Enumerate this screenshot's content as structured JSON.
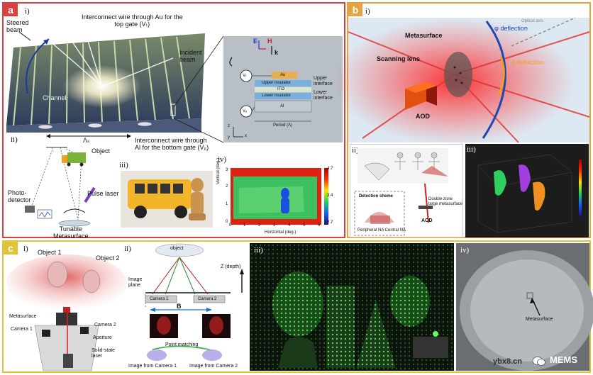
{
  "panel_a": {
    "tag": "a",
    "sub_i": "i)",
    "sub_ii": "ii)",
    "sub_iii": "iii)",
    "sub_iv": "iv)",
    "steered_beam": "Steered\nbeam",
    "interconnect_top": "Interconnect wire through Au for the\ntop gate (Vₜ)",
    "incident_beam": "Incident\nbeam",
    "channel": "Channel",
    "period_lambda_s": "Λₛ",
    "interconnect_bottom": "Interconnect wire through\nAl for the bottom gate (V₆)",
    "object": "Object",
    "photo_detector": "Photo-\ndetector",
    "pulse_laser": "Pulse laser",
    "tunable_metasurface": "Tunable\nMetasurface",
    "inset": {
      "E": "E",
      "H": "H",
      "k": "k",
      "Vt": "Vₜ",
      "Vb": "V₆",
      "Au": "Au",
      "upper_insulator": "Upper insulator",
      "ito": "ITO",
      "lower_insulator": "Lower insulator",
      "al": "Al",
      "upper_interface": "Upper\ninterface",
      "lower_interface": "Lower\ninterface",
      "period": "Period (Λ)",
      "z": "z",
      "y": "y",
      "x": "x"
    },
    "map": {
      "ylabel": "Vertical (deg.)",
      "xlabel": "Horizontal (deg.)",
      "xticks": [
        "0",
        "1",
        "2",
        "3",
        "4",
        "5",
        "6"
      ],
      "yticks": [
        "0",
        "1",
        "2",
        "3"
      ],
      "cbar": [
        "4.7",
        "3.4",
        "2.7"
      ]
    }
  },
  "panel_b": {
    "tag": "b",
    "sub_i": "i)",
    "sub_ii": "ii)",
    "sub_iii": "iii)",
    "optical_axis": "Optical axis",
    "phi_deflection": "φ deflection",
    "theta_deflection": "θ deflection",
    "metasurface": "Metasurface",
    "scanning_lens": "Scanning lens",
    "aod": "AOD",
    "detection_scheme": "Detection sheme",
    "double_zone": "Double-zone\nlarge metasurface",
    "aod_ii": "AOD",
    "peripheral": "Peripheral NA   Central NA"
  },
  "panel_c": {
    "tag": "c",
    "sub_i": "i)",
    "sub_ii": "ii)",
    "sub_iii": "iii)",
    "sub_iv": "iv)",
    "object1": "Object 1",
    "object2": "Object 2",
    "metasurface": "Metasurface",
    "camera2": "Camera 2",
    "camera1": "Camera 1",
    "aperture": "Aperture",
    "solid_state_laser": "Solid-state\nlaser",
    "object": "object",
    "image_plane": "Image\nplane",
    "z_depth": "Z (depth)",
    "cam1_label": "Camera 1",
    "cam2_label": "Camera 2",
    "baseline": "B",
    "point_matching": "Point matching",
    "img_cam1": "Image from Camera 1",
    "img_cam2": "Image from Camera 2",
    "metasurface_iv": "Metasurface"
  },
  "watermark": {
    "site": "ybx8.cn",
    "brand": "MEMS"
  },
  "colors": {
    "panel_a_border": "#d94040",
    "panel_b_border": "#e6a23c",
    "panel_c_border": "#e0c437",
    "tag_a": "#d94040",
    "tag_b": "#e6a23c",
    "tag_c": "#e0c437"
  }
}
